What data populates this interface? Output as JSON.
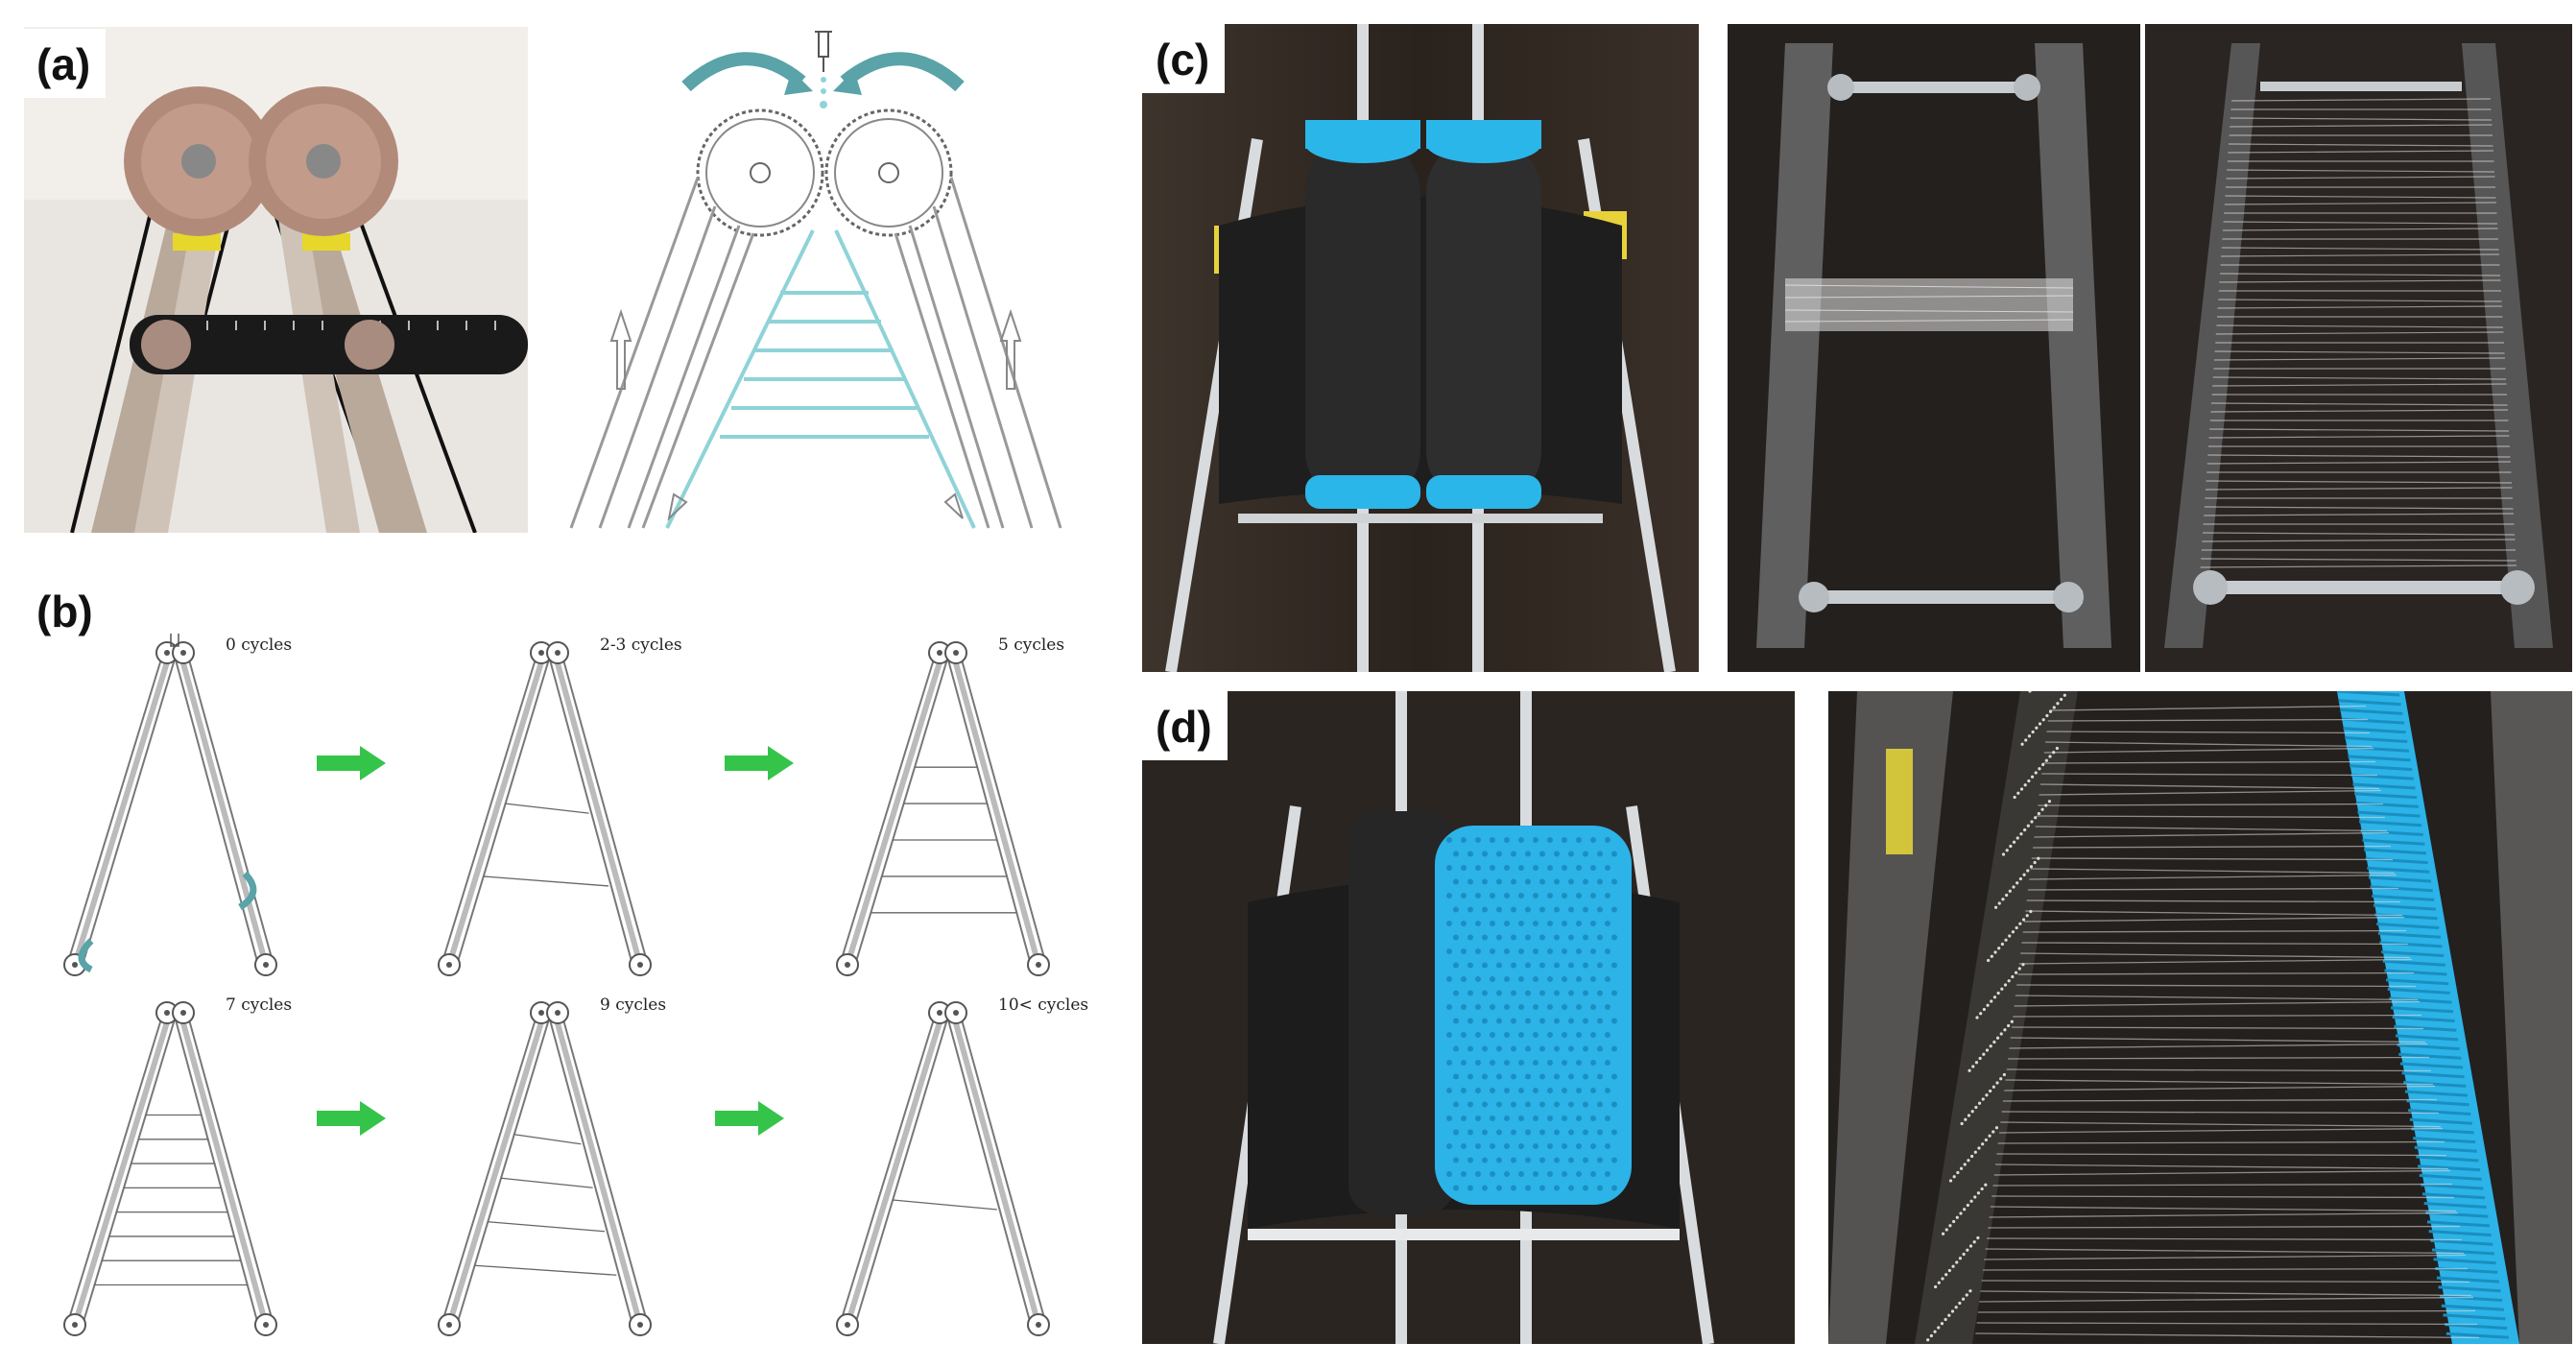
{
  "panels": {
    "a": {
      "label": "(a)"
    },
    "b": {
      "label": "(b)"
    },
    "c": {
      "label": "(c)"
    },
    "d": {
      "label": "(d)"
    }
  },
  "cycles": [
    {
      "label": "0 cycles",
      "lines": 0
    },
    {
      "label": "2-3 cycles",
      "lines": 2
    },
    {
      "label": "5 cycles",
      "lines": 5
    },
    {
      "label": "7 cycles",
      "lines": 8
    },
    {
      "label": "9 cycles",
      "lines": 4
    },
    {
      "label": "10< cycles",
      "lines": 1
    }
  ],
  "colors": {
    "accent_blue": "#29b6e6",
    "arrow_green": "#35c44a",
    "diagram_teal": "#8fd3d8",
    "flow_arrow": "#5aa3a8"
  }
}
